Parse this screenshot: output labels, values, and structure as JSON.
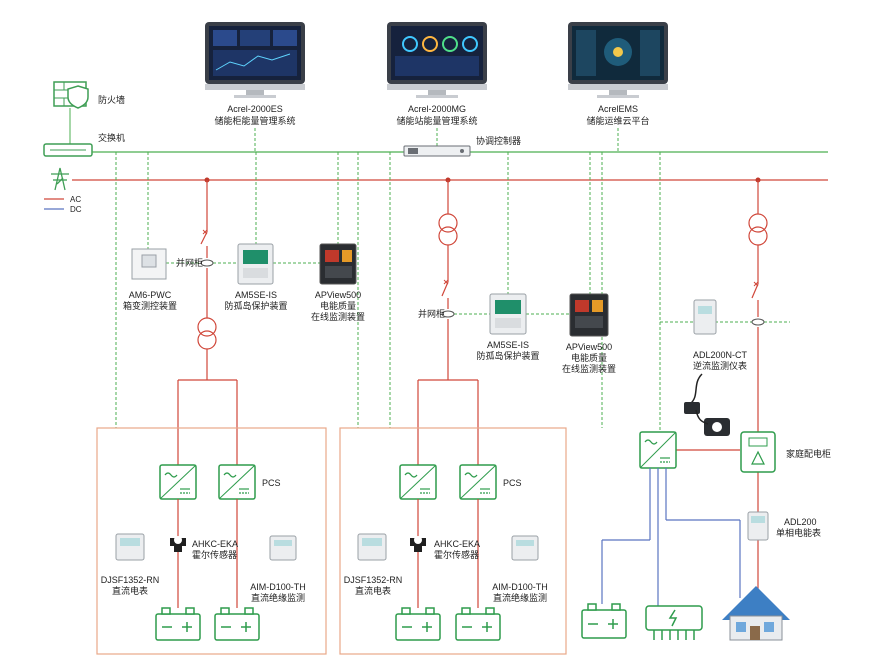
{
  "labels": {
    "firewall": "防火墙",
    "switch": "交换机",
    "coordinator": "协调控制器",
    "legend_ac": "AC",
    "legend_dc": "DC",
    "pcs_left": "PCS",
    "pcs_mid": "PCS"
  },
  "platforms": [
    {
      "name": "Acrel-2000ES",
      "desc": "储能柜能量管理系统"
    },
    {
      "name": "Acrel-2000MG",
      "desc": "储能站能量管理系统"
    },
    {
      "name": "AcrelEMS",
      "desc": "储能运维云平台"
    }
  ],
  "devices": {
    "am6": {
      "name": "AM6-PWC",
      "desc": "箱变测控装置"
    },
    "am5se_left": {
      "name": "AM5SE-IS",
      "desc": "防孤岛保护装置"
    },
    "apview_left": {
      "name": "APView500",
      "desc1": "电能质量",
      "desc2": "在线监测装置"
    },
    "grid_cab_left": "并网柜",
    "am5se_mid": {
      "name": "AM5SE-IS",
      "desc": "防孤岛保护装置"
    },
    "apview_mid": {
      "name": "APView500",
      "desc1": "电能质量",
      "desc2": "在线监测装置"
    },
    "grid_cab_mid": "并网柜",
    "adl200n": {
      "name": "ADL200N-CT",
      "desc": "逆流监测仪表"
    },
    "home_cab": "家庭配电柜",
    "adl200": {
      "name": "ADL200",
      "desc": "单相电能表"
    },
    "ahkc_left": {
      "name": "AHKC-EKA",
      "desc": "霍尔传感器"
    },
    "djsf_left": {
      "name": "DJSF1352-RN",
      "desc": "直流电表"
    },
    "aim_left": {
      "name": "AIM-D100-TH",
      "desc": "直流绝缘监测"
    },
    "ahkc_mid": {
      "name": "AHKC-EKA",
      "desc": "霍尔传感器"
    },
    "djsf_mid": {
      "name": "DJSF1352-RN",
      "desc": "直流电表"
    },
    "aim_mid": {
      "name": "AIM-D100-TH",
      "desc": "直流绝缘监测"
    }
  },
  "colors": {
    "ac": "#d0473a",
    "dc": "#5a74c0",
    "comm": "#4caf50",
    "device_green": "#2e9c4c",
    "box_border": "#e8a889"
  }
}
